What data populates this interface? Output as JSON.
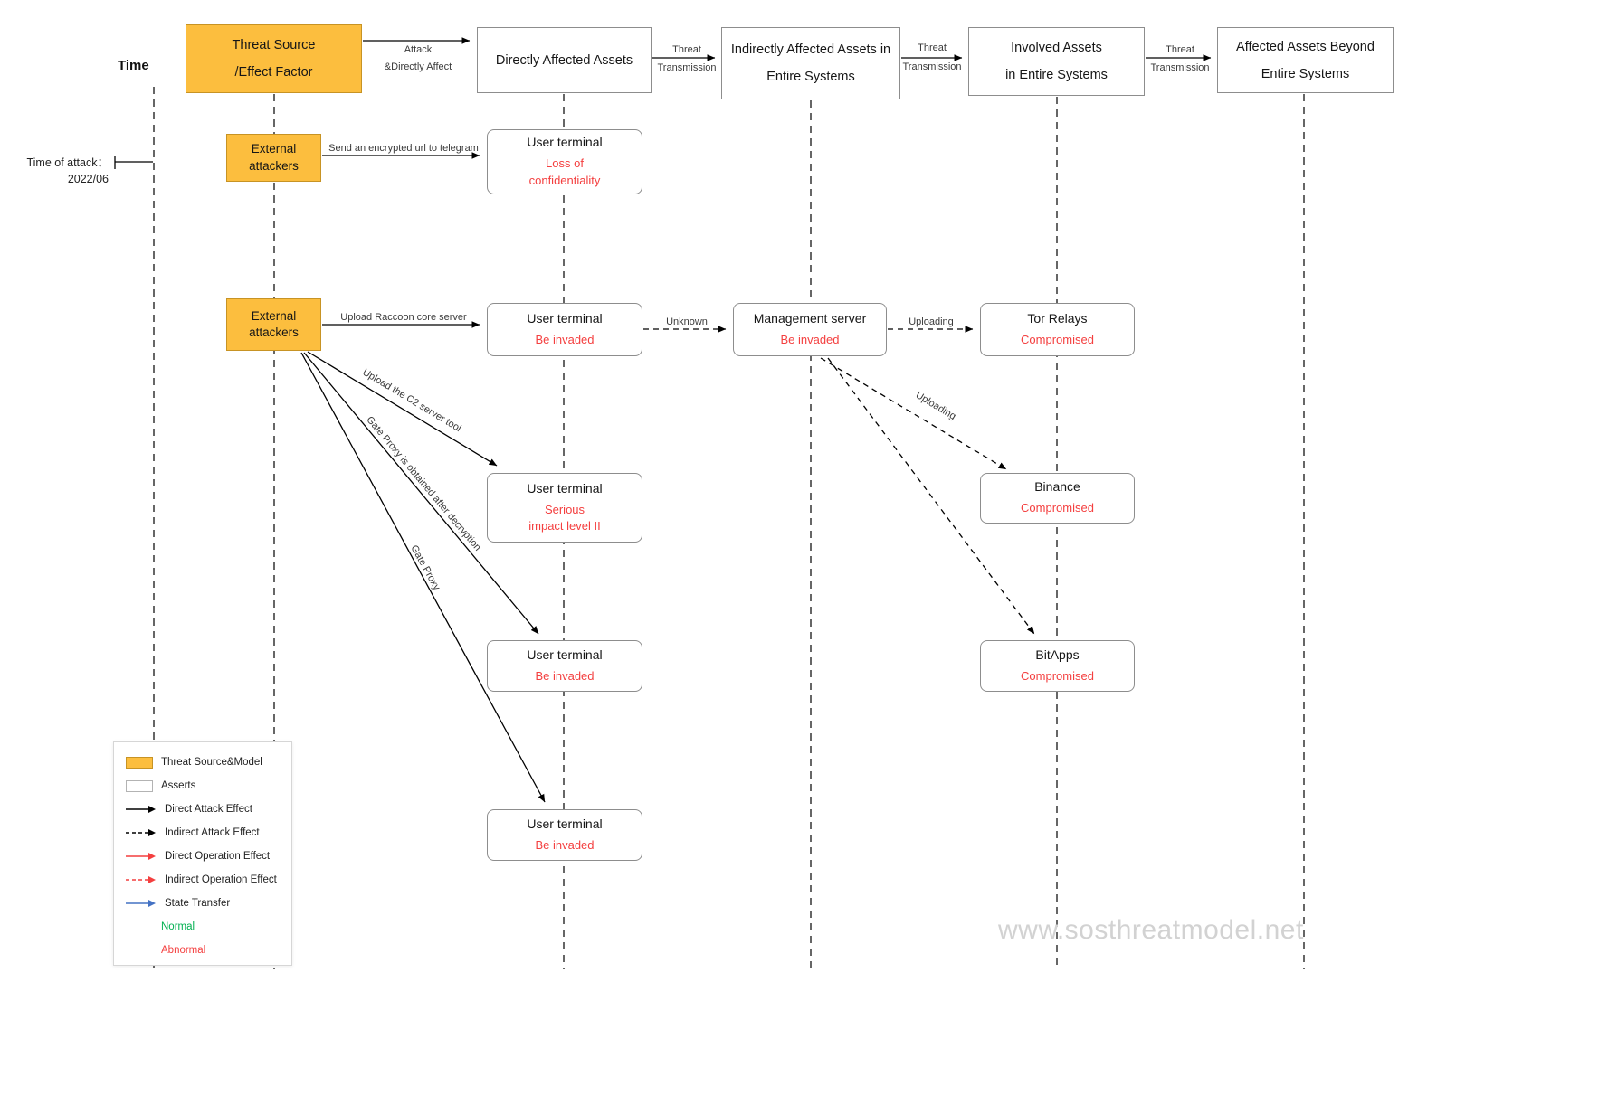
{
  "colors": {
    "threat_fill": "#FCBE3E",
    "threat_border": "#C79324",
    "abnormal_red": "#F43F3F",
    "normal_green": "#00B050",
    "state_transfer_blue": "#4472C4"
  },
  "time_axis": {
    "label": "Time",
    "attack_time_label": "Time of attack：",
    "attack_time_value": "2022/06"
  },
  "columns": [
    {
      "lines": [
        "Threat Source",
        "/Effect Factor"
      ]
    },
    {
      "lines": [
        "Directly Affected Assets"
      ]
    },
    {
      "lines": [
        "Indirectly Affected Assets in",
        "Entire Systems"
      ]
    },
    {
      "lines": [
        "Involved Assets",
        "in Entire Systems"
      ]
    },
    {
      "lines": [
        "Affected Assets Beyond",
        "Entire Systems"
      ]
    }
  ],
  "header_edges": {
    "attack": {
      "line1": "Attack",
      "line2": "&Directly Affect"
    },
    "threat1": {
      "line1": "Threat",
      "line2": "Transmission"
    },
    "threat2": {
      "line1": "Threat",
      "line2": "Transmission"
    },
    "threat3": {
      "line1": "Threat",
      "line2": "Transmission"
    }
  },
  "nodes": {
    "attacker1": {
      "line1": "External",
      "line2": "attackers"
    },
    "attacker2": {
      "line1": "External",
      "line2": "attackers"
    },
    "ut_telegram": {
      "title": "User terminal",
      "status_line1": "Loss of",
      "status_line2": "confidentiality"
    },
    "ut_raccoon": {
      "title": "User terminal",
      "status_line1": "Be invaded"
    },
    "mgmt_server": {
      "title": "Management server",
      "status_line1": "Be invaded"
    },
    "tor_relays": {
      "title": "Tor Relays",
      "status_line1": "Compromised"
    },
    "ut_c2": {
      "title": "User terminal",
      "status_line1": "Serious",
      "status_line2": "impact level II"
    },
    "binance": {
      "title": "Binance",
      "status_line1": "Compromised"
    },
    "ut_gateproxy_decrypt": {
      "title": "User terminal",
      "status_line1": "Be invaded"
    },
    "bitapps": {
      "title": "BitApps",
      "status_line1": "Compromised"
    },
    "ut_gateproxy": {
      "title": "User terminal",
      "status_line1": "Be invaded"
    }
  },
  "edges": {
    "telegram": {
      "label": "Send an encrypted url to telegram"
    },
    "raccoon": {
      "label": "Upload Raccoon core server"
    },
    "unknown": {
      "label": "Unknown"
    },
    "uploading_tor": {
      "label": "Uploading"
    },
    "uploading_binance": {
      "label": "Uploading"
    },
    "c2_tool": {
      "label": "Upload the C2 server tool"
    },
    "gateproxy_decrypt": {
      "label": "Gate Proxy is obtained after decryption"
    },
    "gateproxy": {
      "label": "Gate Proxy"
    }
  },
  "legend": {
    "items": [
      {
        "label": "Threat Source&Model"
      },
      {
        "label": "Asserts"
      },
      {
        "label": "Direct Attack Effect"
      },
      {
        "label": "Indirect Attack Effect"
      },
      {
        "label": "Direct Operation Effect"
      },
      {
        "label": "Indirect Operation Effect"
      },
      {
        "label": "State Transfer"
      },
      {
        "label": "Normal"
      },
      {
        "label": "Abnormal"
      }
    ]
  },
  "watermark": "www.sosthreatmodel.net"
}
